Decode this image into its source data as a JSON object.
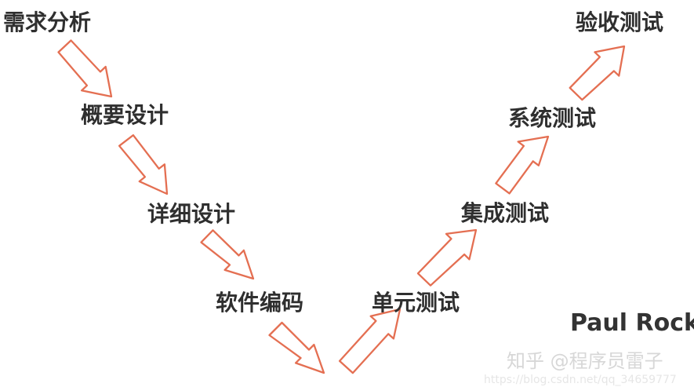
{
  "stages": {
    "requirements_analysis": "需求分析",
    "high_level_design": "概要设计",
    "detailed_design": "详细设计",
    "coding": "软件编码",
    "unit_testing": "单元测试",
    "integration_testing": "集成测试",
    "system_testing": "系统测试",
    "acceptance_testing": "验收测试"
  },
  "credit": "Paul Rock",
  "watermark": "知乎 @程序员雷子",
  "source_url": "https://blog.csdn.net/qq_34659777",
  "colors": {
    "arrow_outline": "#e46f52",
    "arrow_fill": "#ffffff",
    "stage_text": "#2f2f2f",
    "credit_text": "#333333",
    "watermark_text": "#d7d7d7",
    "url_text": "#e6e6e6"
  }
}
